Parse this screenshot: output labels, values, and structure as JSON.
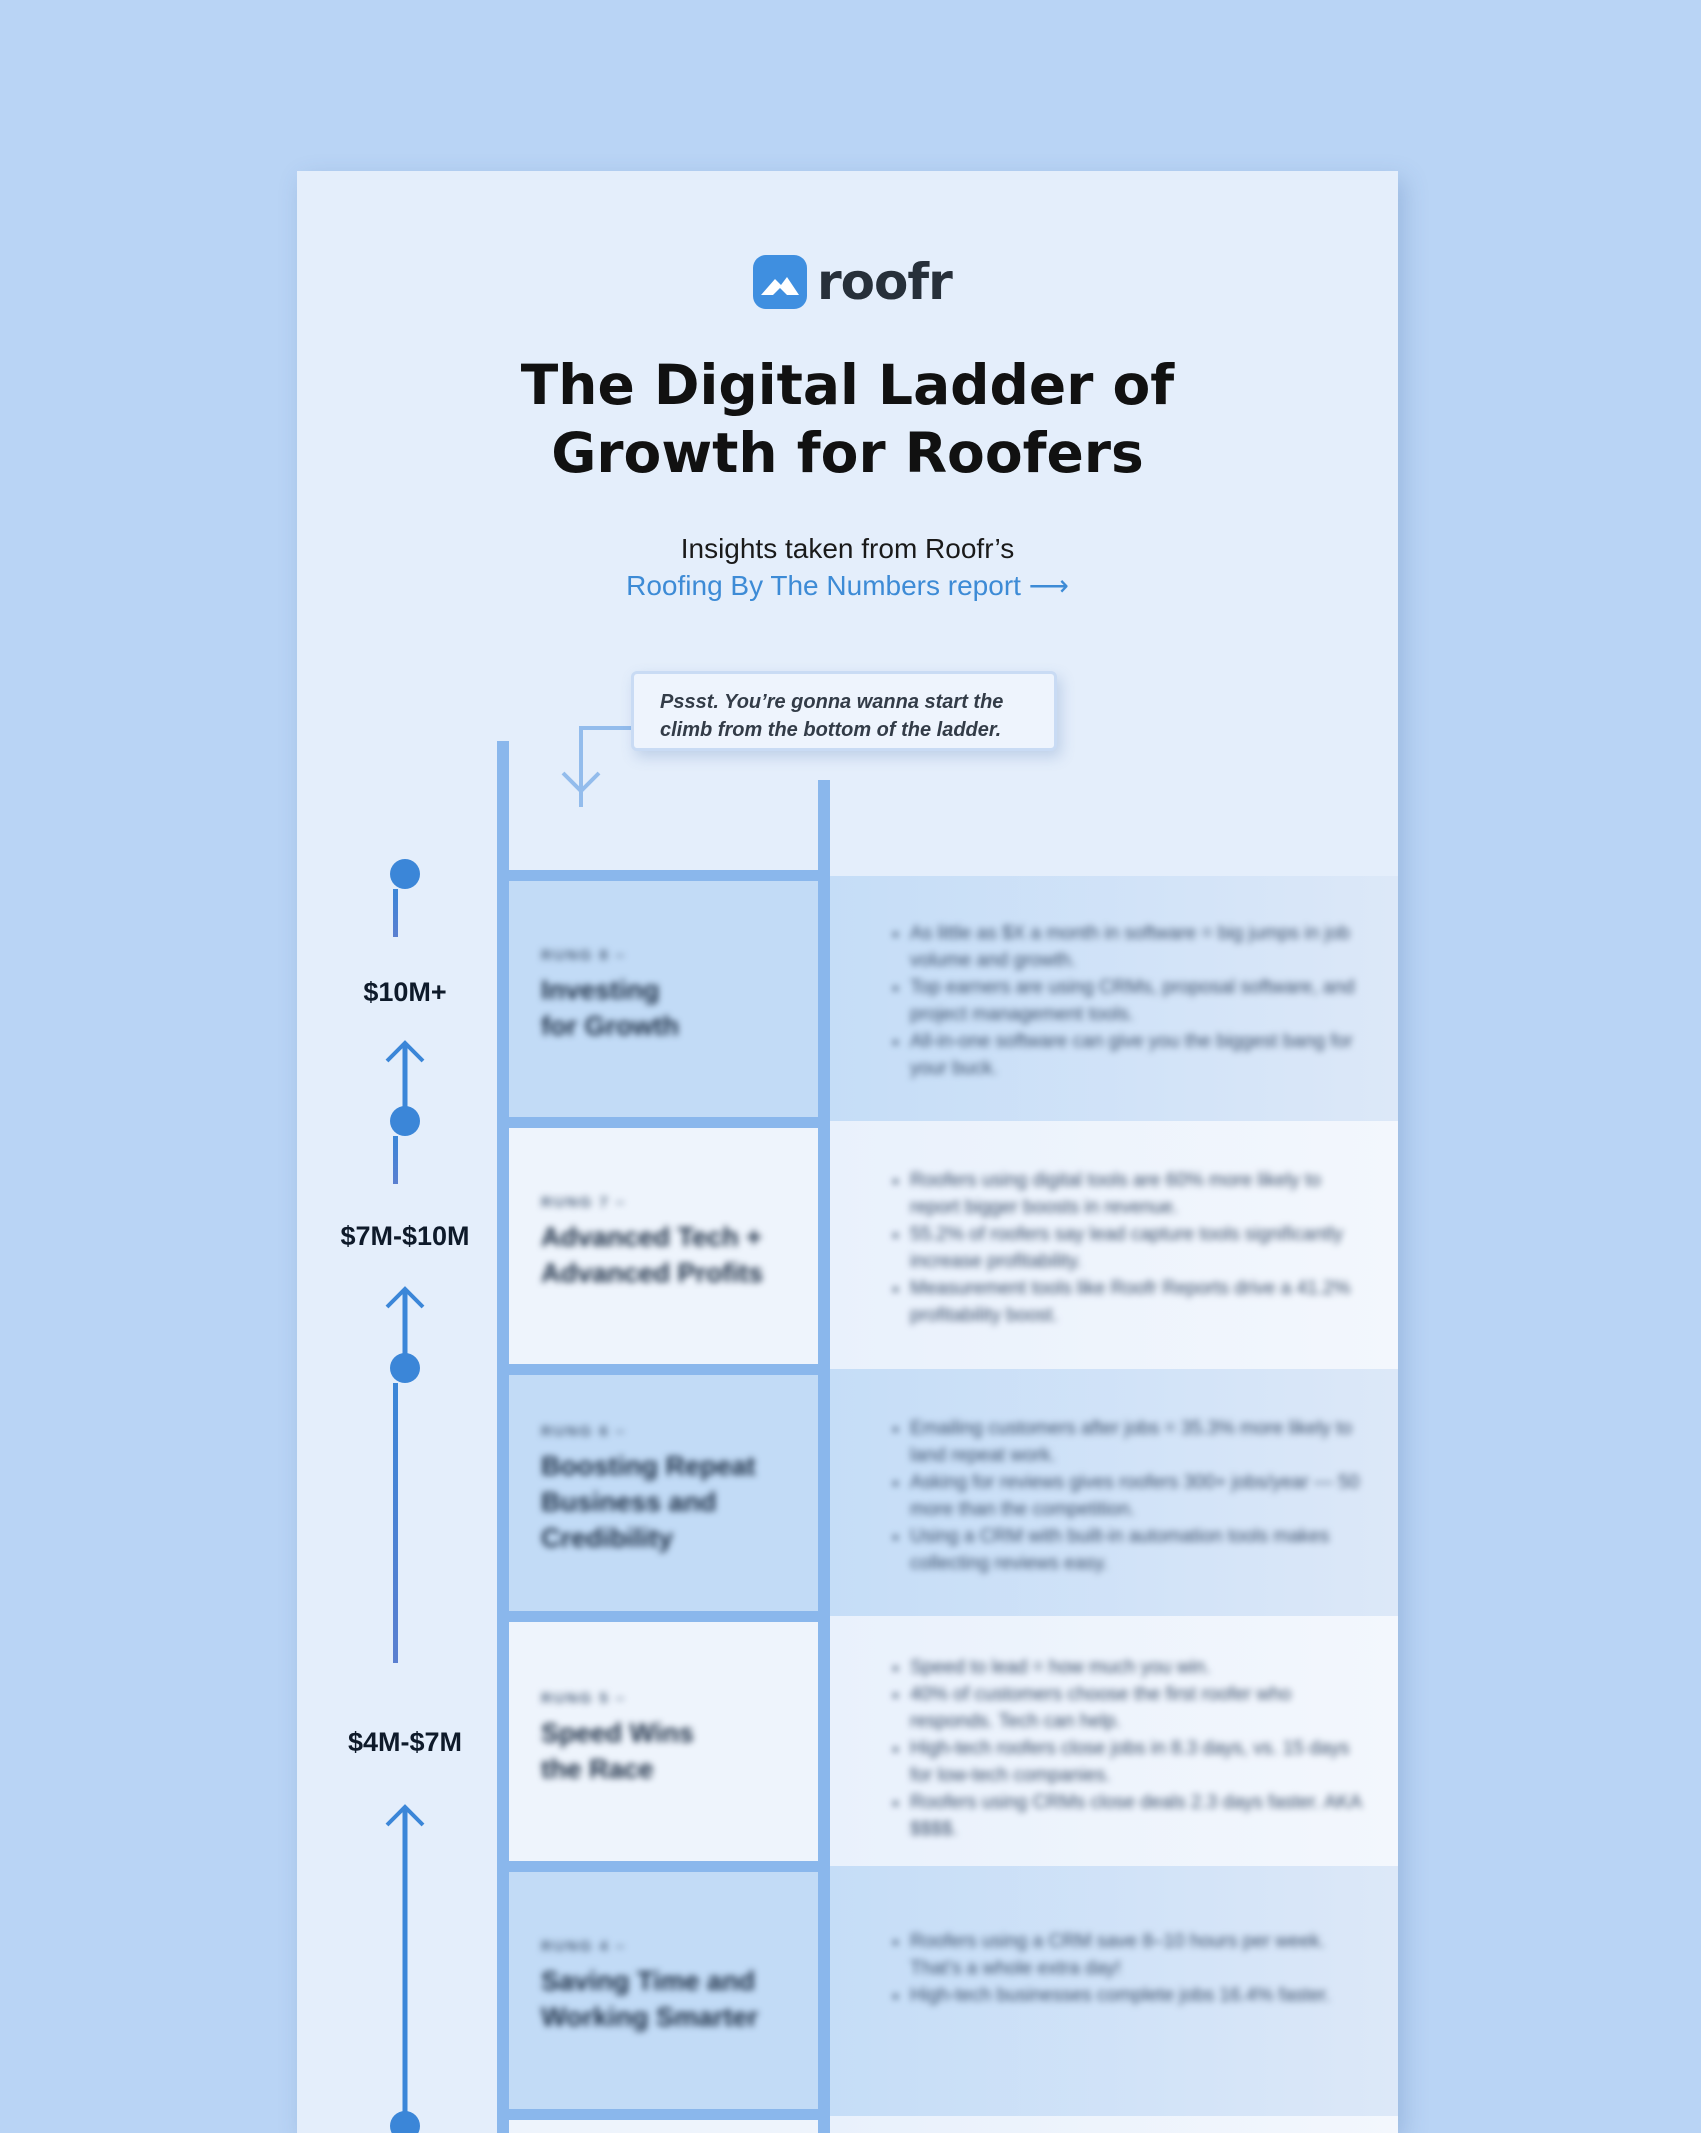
{
  "brand": {
    "name": "roofr",
    "colors": {
      "accent": "#3d8bd6",
      "background": "#b9d4f5",
      "paper": "#e4eefb",
      "rail": "#8ab7ec"
    }
  },
  "header": {
    "title_line1": "The Digital Ladder of",
    "title_line2": "Growth for Roofers",
    "subtitle": "Insights taken from Roofr’s",
    "report_link": "Roofing By The Numbers report ⟶"
  },
  "callout": {
    "line1": "Pssst. You’re gonna wanna start the",
    "line2": "climb from the bottom of the ladder."
  },
  "tiers": [
    "$10M+",
    "$7M-$10M",
    "$4M-$7M"
  ],
  "rungs": [
    {
      "kicker": "RUNG 8 –",
      "title_lines": [
        "Investing",
        "for Growth"
      ],
      "bullets": [
        "As little as $X a month in software = big jumps in job volume and growth.",
        "Top earners are using CRMs, proposal software, and project management tools.",
        "All-in-one software can give you the biggest bang for your buck."
      ]
    },
    {
      "kicker": "RUNG 7 –",
      "title_lines": [
        "Advanced Tech +",
        "Advanced Profits"
      ],
      "bullets": [
        "Roofers using digital tools are 60% more likely to report bigger boosts in revenue.",
        "55.2% of roofers say lead capture tools significantly increase profitability.",
        "Measurement tools like Roofr Reports drive a 41.2% profitability boost."
      ]
    },
    {
      "kicker": "RUNG 6 –",
      "title_lines": [
        "Boosting Repeat",
        "Business and",
        "Credibility"
      ],
      "bullets": [
        "Emailing customers after jobs = 35.3% more likely to land repeat work.",
        "Asking for reviews gives roofers 300+ jobs/year — 50 more than the competition.",
        "Using a CRM with built-in automation tools makes collecting reviews easy."
      ]
    },
    {
      "kicker": "RUNG 5 –",
      "title_lines": [
        "Speed Wins",
        "the Race"
      ],
      "bullets": [
        "Speed to lead = how much you win.",
        "40% of customers choose the first roofer who responds. Tech can help.",
        "High-tech roofers close jobs in 8.3 days, vs. 15 days for low-tech companies.",
        "Roofers using CRMs close deals 2.3 days faster. AKA $$$$."
      ]
    },
    {
      "kicker": "RUNG 4 –",
      "title_lines": [
        "Saving Time and",
        "Working Smarter"
      ],
      "bullets": [
        "Roofers using a CRM save 8–10 hours per week. That’s a whole extra day!",
        "High-tech businesses complete jobs 16.4% faster."
      ]
    }
  ]
}
